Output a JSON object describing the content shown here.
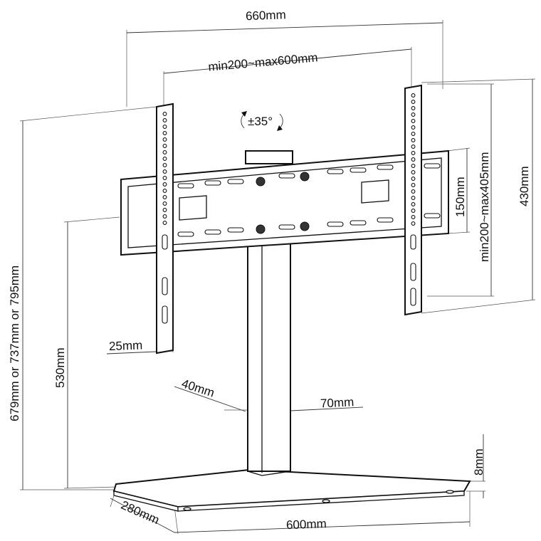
{
  "dimensions": {
    "overall_width": "660mm",
    "vesa_width": "min200~max600mm",
    "rotation": "±35°",
    "vesa_height": "min200~max405mm",
    "bracket_height": "430mm",
    "plate_height": "150mm",
    "total_height": "679mm or 737mm or 795mm",
    "column_height": "530mm",
    "arm_width": "25mm",
    "column_depth": "40mm",
    "column_width": "70mm",
    "base_thickness": "8mm",
    "base_depth": "280mm",
    "base_width": "600mm"
  },
  "colors": {
    "line": "#111111",
    "dimension": "#333333"
  }
}
